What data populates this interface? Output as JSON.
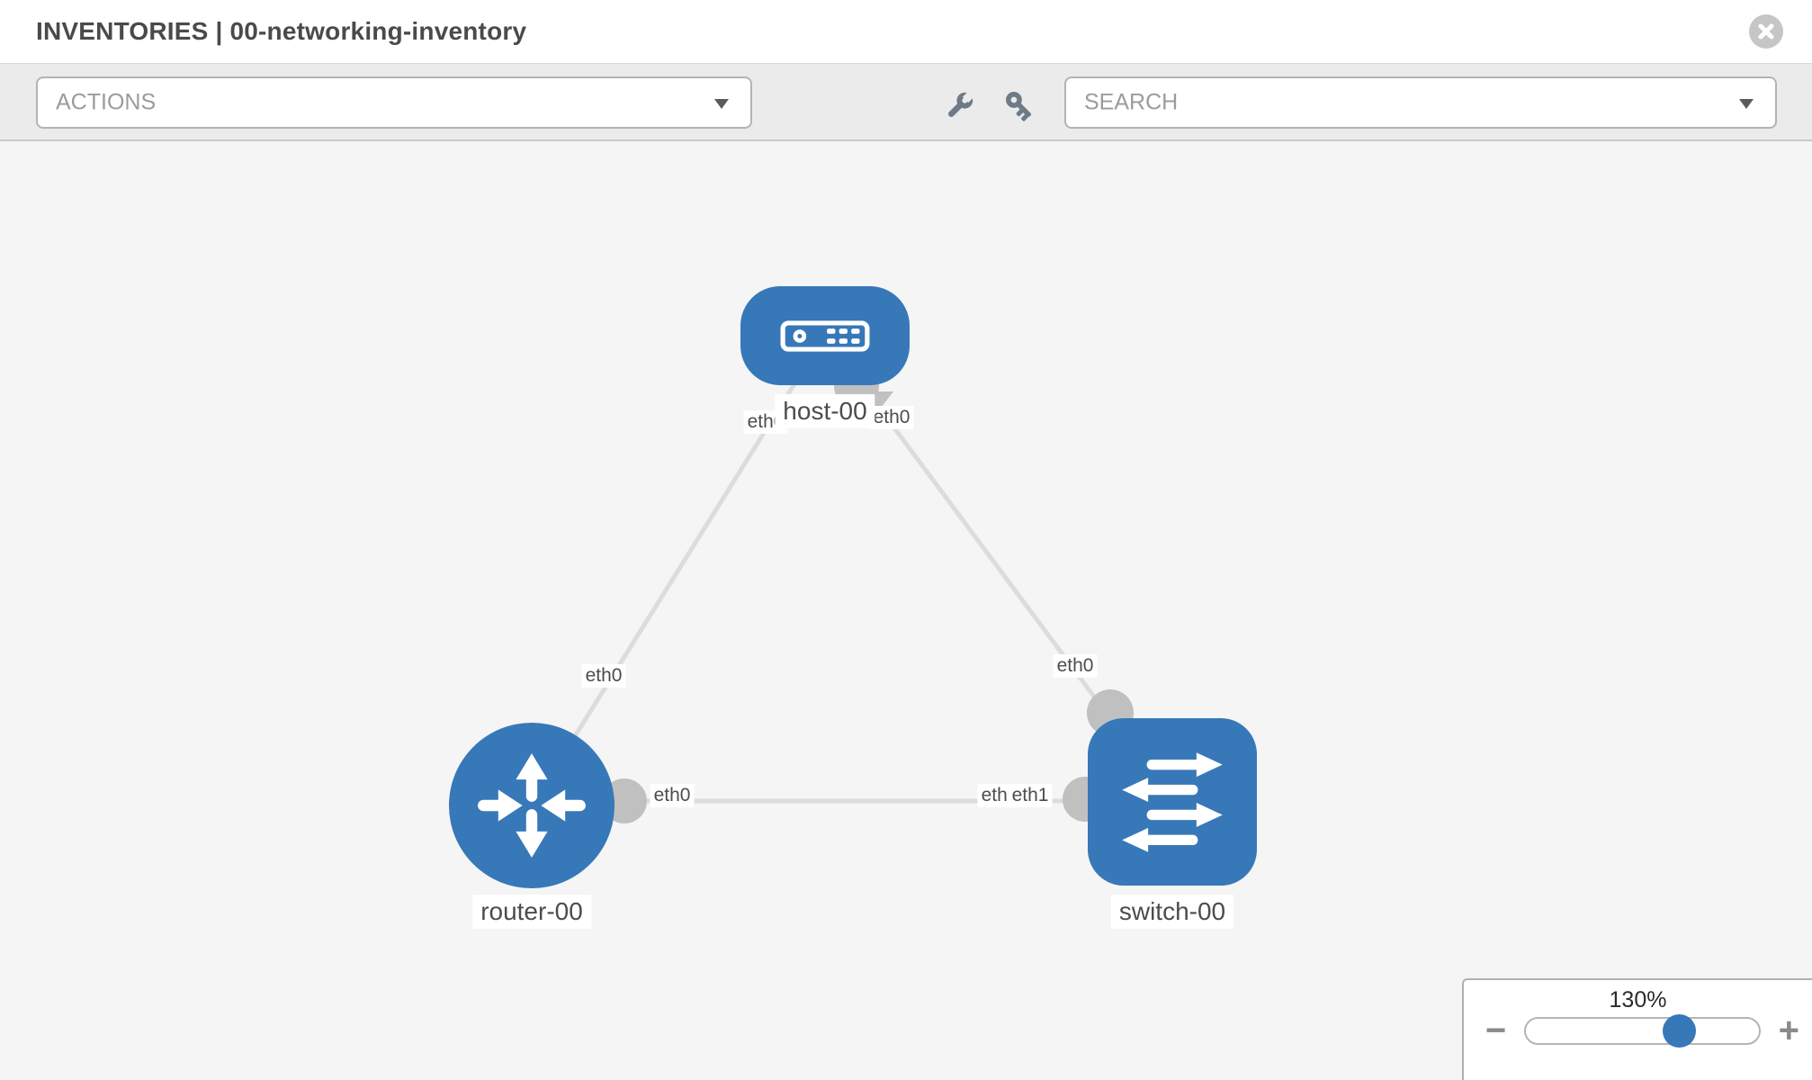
{
  "header": {
    "title": "INVENTORIES | 00-networking-inventory"
  },
  "toolbar": {
    "actions_label": "ACTIONS",
    "search_placeholder": "SEARCH",
    "icons": [
      "wrench-icon",
      "key-icon"
    ]
  },
  "topology": {
    "nodes": [
      {
        "label": "host-00",
        "type": "host"
      },
      {
        "label": "router-00",
        "type": "router"
      },
      {
        "label": "switch-00",
        "type": "switch"
      }
    ],
    "links": [
      {
        "from": "host-00",
        "to": "router-00",
        "from_interface": "eth0",
        "to_interface": "eth0"
      },
      {
        "from": "host-00",
        "to": "switch-00",
        "from_interface": "eth0",
        "to_interface": "eth0"
      },
      {
        "from": "router-00",
        "to": "switch-00",
        "from_interface": "eth0",
        "to_interface": "eth1",
        "overlapped_interface_label": "eth0"
      }
    ]
  },
  "zoom_control": {
    "level": "130%",
    "minus_label": "−",
    "plus_label": "+"
  },
  "colors": {
    "node_blue": "#3778b9",
    "edge_gray": "#dcdcdc",
    "connector_gray": "#c0c0c0",
    "canvas_bg": "#f5f5f5",
    "toolbar_bg": "#ebebeb"
  }
}
